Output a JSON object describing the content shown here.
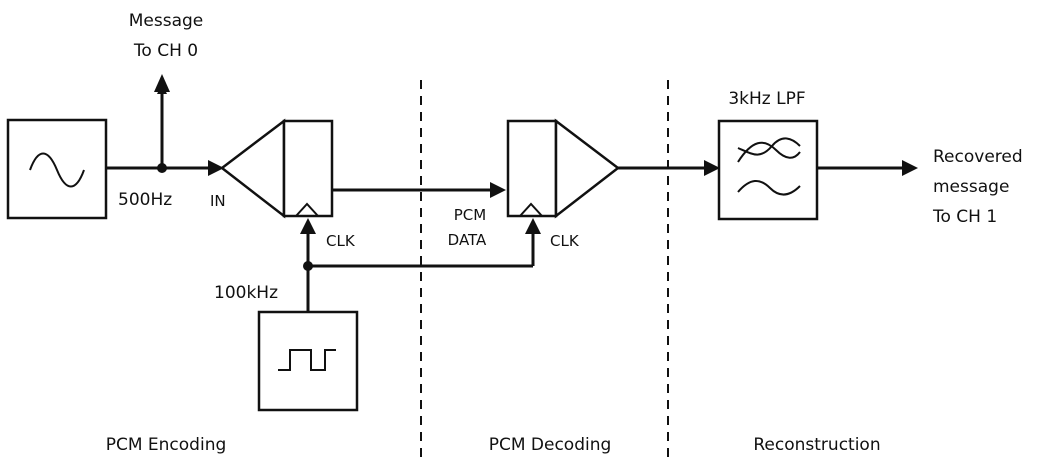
{
  "labels": {
    "message_line1": "Message",
    "message_line2": "To CH 0",
    "freq_500": "500Hz",
    "in": "IN",
    "clk_encoder": "CLK",
    "clk_decoder": "CLK",
    "pcm_line1": "PCM",
    "pcm_line2": "DATA",
    "freq_100k": "100kHz",
    "lpf": "3kHz LPF",
    "recovered_line1": "Recovered",
    "recovered_line2": "message",
    "recovered_line3": "To CH 1"
  },
  "sections": {
    "encoding": "PCM Encoding",
    "decoding": "PCM Decoding",
    "reconstruction": "Reconstruction"
  },
  "icons": {
    "sine_source": "sine-wave-icon",
    "clock_source": "square-wave-icon",
    "filter": "lowpass-filter-icon"
  }
}
